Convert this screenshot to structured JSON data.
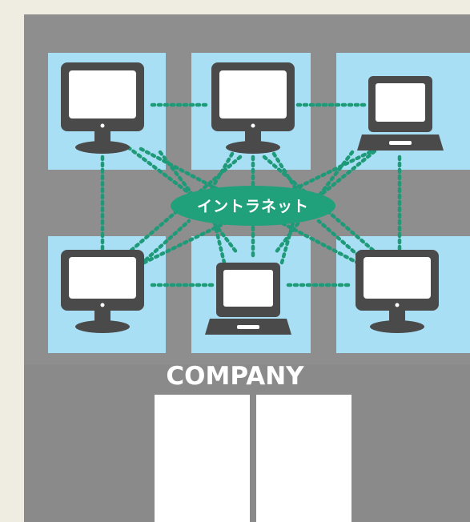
{
  "diagram": {
    "network_label": "イントラネット",
    "building_label": "COMPANY",
    "colors": {
      "background": "#efece1",
      "building": "#8e8e8e",
      "panel": "#a9dff4",
      "device": "#4a4a4a",
      "screen": "#ffffff",
      "connection": "#1f9a78",
      "network_bubble": "#20a07b",
      "door": "#ffffff"
    },
    "devices": [
      {
        "name": "top-left",
        "kind": "desktop"
      },
      {
        "name": "top-center",
        "kind": "desktop"
      },
      {
        "name": "top-right",
        "kind": "laptop"
      },
      {
        "name": "bottom-left",
        "kind": "desktop"
      },
      {
        "name": "bottom-center",
        "kind": "laptop"
      },
      {
        "name": "bottom-right",
        "kind": "desktop"
      }
    ]
  }
}
